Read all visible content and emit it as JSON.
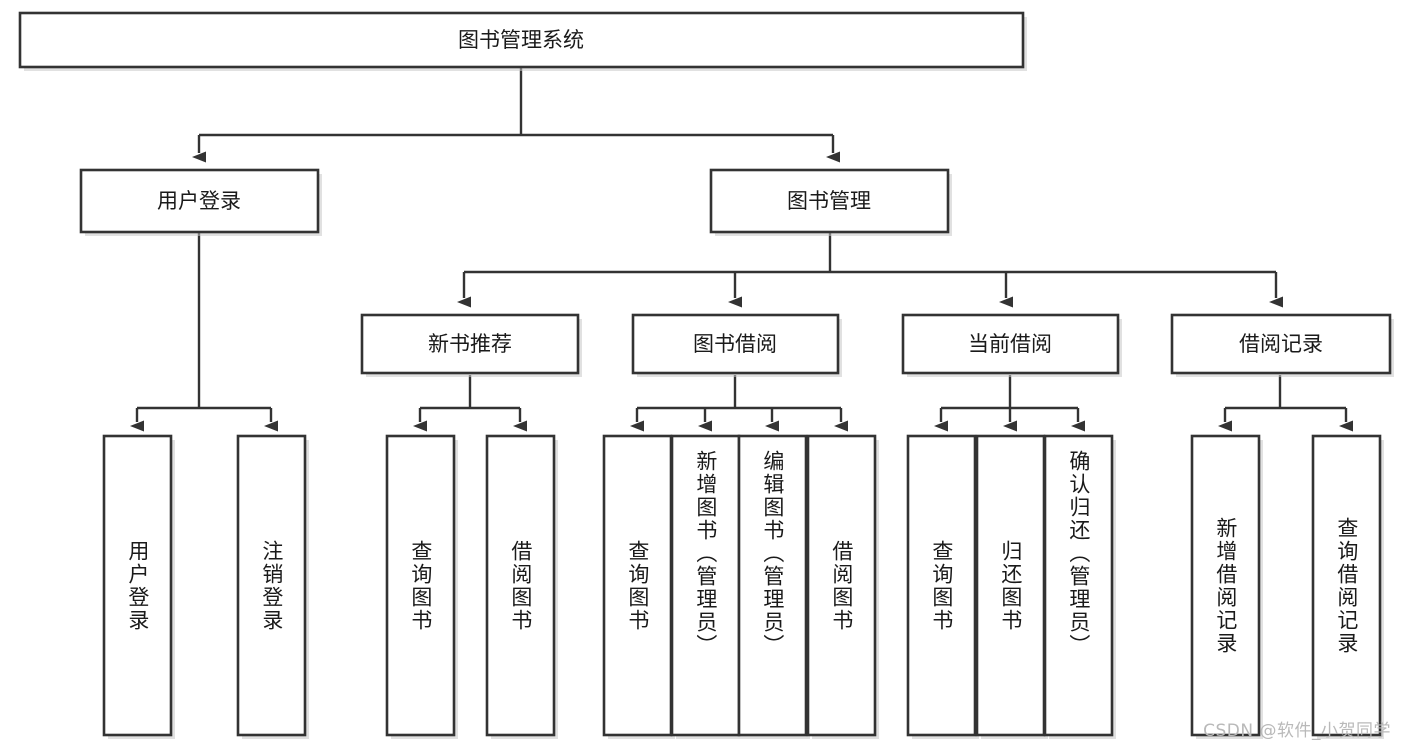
{
  "diagram": {
    "title": "图书管理系统",
    "watermark": "CSDN @软件_小贺同学",
    "theme": {
      "background": "#ffffff",
      "box_fill": "#ffffff",
      "box_stroke": "#333333",
      "text_color": "#1a1a1a",
      "watermark_color": "#b9b9b9"
    },
    "root": {
      "label": "图书管理系统",
      "level": 0
    },
    "level1": [
      {
        "label": "用户登录"
      },
      {
        "label": "图书管理"
      }
    ],
    "level2": [
      {
        "label": "新书推荐",
        "parent": "图书管理"
      },
      {
        "label": "图书借阅",
        "parent": "图书管理"
      },
      {
        "label": "当前借阅",
        "parent": "图书管理"
      },
      {
        "label": "借阅记录",
        "parent": "图书管理"
      }
    ],
    "leaves": [
      {
        "label": "用户登录",
        "parent": "用户登录"
      },
      {
        "label": "注销登录",
        "parent": "用户登录"
      },
      {
        "label": "查询图书",
        "parent": "新书推荐"
      },
      {
        "label": "借阅图书",
        "parent": "新书推荐"
      },
      {
        "label": "查询图书",
        "parent": "图书借阅"
      },
      {
        "label": "新增图书（管理员）",
        "parent": "图书借阅"
      },
      {
        "label": "编辑图书（管理员）",
        "parent": "图书借阅"
      },
      {
        "label": "借阅图书",
        "parent": "图书借阅"
      },
      {
        "label": "查询图书",
        "parent": "当前借阅"
      },
      {
        "label": "归还图书",
        "parent": "当前借阅"
      },
      {
        "label": "确认归还（管理员）",
        "parent": "当前借阅"
      },
      {
        "label": "新增借阅记录",
        "parent": "借阅记录"
      },
      {
        "label": "查询借阅记录",
        "parent": "借阅记录"
      }
    ]
  }
}
